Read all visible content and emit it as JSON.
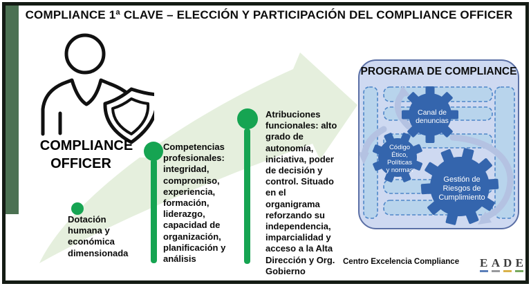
{
  "title": "COMPLIANCE 1ª CLAVE – ELECCIÓN Y PARTICIPACIÓN DEL COMPLIANCE OFFICER",
  "officer": {
    "icon": "person-with-shield-icon",
    "label_top": "COMPLIANCE",
    "label_bottom": "OFFICER"
  },
  "milestones": [
    {
      "lead": "",
      "body": "Dotación humana y económica dimensionada"
    },
    {
      "lead": "Competencias profesionales:",
      "body": "integridad, compromiso, experiencia, formación, liderazgo, capacidad de organización, planificación y análisis"
    },
    {
      "lead": "Atribuciones funcionales:",
      "body": "alto grado de autonomía, iniciativa, poder de decisión y control. Situado en el organigrama reforzando su independencia, imparcialidad y acceso a la Alta Dirección y Org. Gobierno"
    }
  ],
  "programa": {
    "title": "PROGRAMA DE COMPLIANCE",
    "gears": [
      {
        "icon": "gear-icon",
        "lines": [
          "Canal de",
          "denuncias"
        ]
      },
      {
        "icon": "gear-icon",
        "lines": [
          "Código",
          "Ético,",
          "Políticas",
          "y normas"
        ]
      },
      {
        "icon": "gear-icon",
        "lines": [
          "Gestión de",
          "Riesgos de",
          "Cumplimiento"
        ]
      }
    ]
  },
  "footer": {
    "credit": "Centro Excelencia Compliance",
    "logo_letters": [
      "E",
      "A",
      "D",
      "E"
    ]
  },
  "colors": {
    "frame": "#141b14",
    "side_band": "#4b7152",
    "swoosh": "#e5efdd",
    "milestone_green": "#16a452",
    "panel_bg": "#ced9f1",
    "panel_border": "#5a6fa5",
    "gear_blue": "#3465ad",
    "dashed_fill": "#b8d4ec",
    "dashed_stroke": "#4e86c8",
    "curve_arrow": "#b4c2e2",
    "eade_underlines": [
      "#5b7fb9",
      "#97999c",
      "#d9b24a",
      "#76a85e"
    ]
  }
}
